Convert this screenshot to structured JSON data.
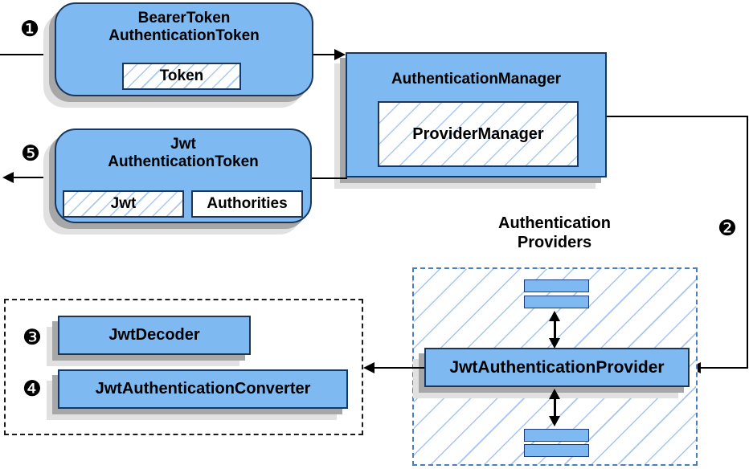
{
  "colors": {
    "box_fill": "#7EB9F2",
    "box_border": "#17375E",
    "hatch_line": "#A9C9F0",
    "providers_dash_border": "#4A7DBD",
    "decoder_group_dash_border": "#1A1A1A",
    "arrow": "#000000",
    "shadow_dark": "#A7A7A7",
    "shadow_light": "#E1E1E1"
  },
  "steps": {
    "one": "❶",
    "two": "❷",
    "three": "❸",
    "four": "❹",
    "five": "❺"
  },
  "bearer_token_box": {
    "title_line1": "BearerToken",
    "title_line2": "AuthenticationToken",
    "token_chip": "Token"
  },
  "authentication_manager_box": {
    "title": "AuthenticationManager",
    "provider_manager_chip": "ProviderManager"
  },
  "jwt_authentication_token_box": {
    "title_line1": "Jwt",
    "title_line2": "AuthenticationToken",
    "jwt_chip": "Jwt",
    "authorities_chip": "Authorities"
  },
  "authentication_providers_group": {
    "title_line1": "Authentication",
    "title_line2": "Providers",
    "jwt_authentication_provider_box": "JwtAuthenticationProvider"
  },
  "jwt_decoder_group": {
    "jwt_decoder_box": "JwtDecoder",
    "jwt_authentication_converter_box": "JwtAuthenticationConverter"
  }
}
